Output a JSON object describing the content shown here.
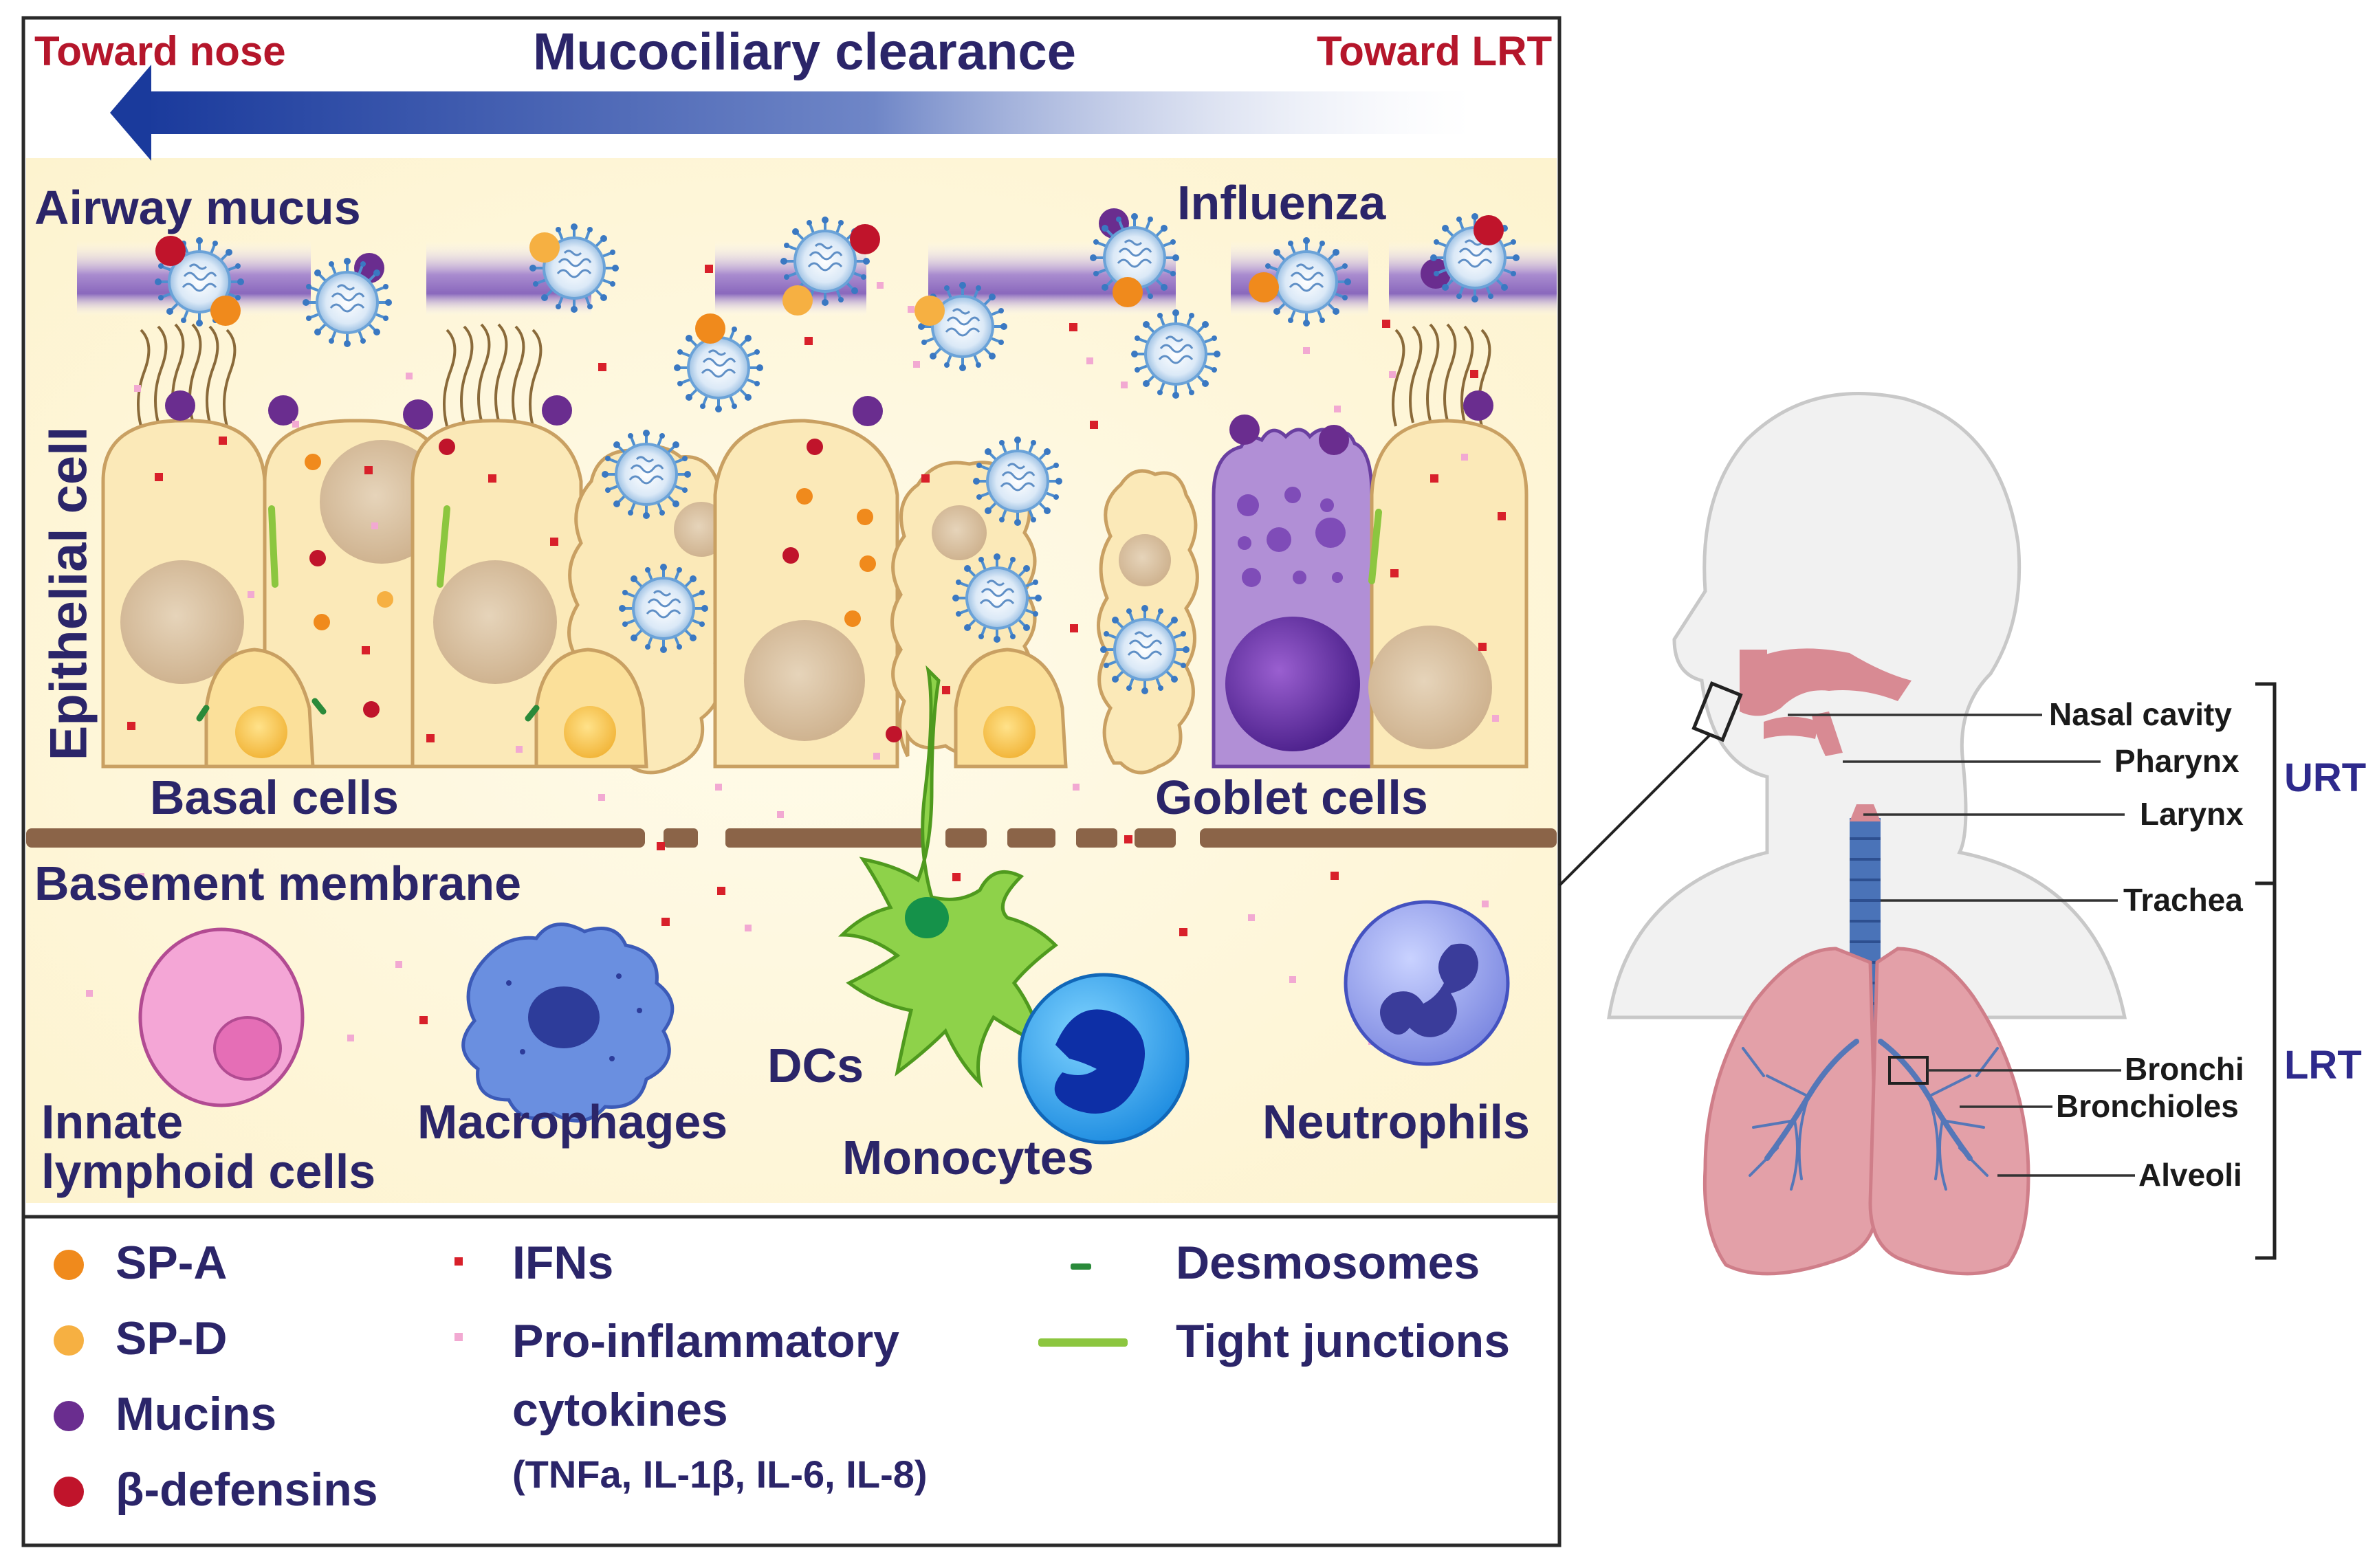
{
  "header": {
    "toward_nose": "Toward nose",
    "title": "Mucociliary clearance",
    "toward_lrt": "Toward LRT"
  },
  "labels": {
    "airway_mucus": "Airway mucus",
    "influenza": "Influenza",
    "epithelial_cell": "Epithelial cell",
    "basal_cells": "Basal cells",
    "goblet_cells": "Goblet cells",
    "basement_membrane": "Basement membrane",
    "innate_lymphoid_1": "Innate",
    "innate_lymphoid_2": "lymphoid cells",
    "macrophages": "Macrophages",
    "dcs": "DCs",
    "monocytes": "Monocytes",
    "neutrophils": "Neutrophils"
  },
  "legend": {
    "sp_a": "SP-A",
    "sp_d": "SP-D",
    "mucins": "Mucins",
    "beta_defensins": "β-defensins",
    "ifns": "IFNs",
    "proinflammatory_1": "Pro-inflammatory",
    "proinflammatory_2": "cytokines",
    "cytokine_list": "(TNFa, IL-1β, IL-6, IL-8)",
    "desmosomes": "Desmosomes",
    "tight_junctions": "Tight junctions"
  },
  "anatomy": {
    "nasal_cavity": "Nasal cavity",
    "pharynx": "Pharynx",
    "larynx": "Larynx",
    "trachea": "Trachea",
    "bronchi": "Bronchi",
    "bronchioles": "Bronchioles",
    "alveoli": "Alveoli",
    "urt": "URT",
    "lrt": "LRT"
  },
  "colors": {
    "title_navy": "#2b2569",
    "accent_red": "#b5162b",
    "sp_a": "#f08a1c",
    "sp_d": "#f6b042",
    "mucins": "#6a2d8f",
    "beta_defensins": "#c0142b",
    "ifns": "#d8202a",
    "cytokines": "#f2a9d2",
    "desmosome": "#2a8a3a",
    "tight_junction": "#8cc63f",
    "cell_fill": "#fbe9b8",
    "cell_stroke": "#c9a062",
    "membrane": "#8b6448"
  },
  "icons": {
    "virus": "influenza-virus-icon",
    "lungs": "human-respiratory-tract-icon"
  }
}
